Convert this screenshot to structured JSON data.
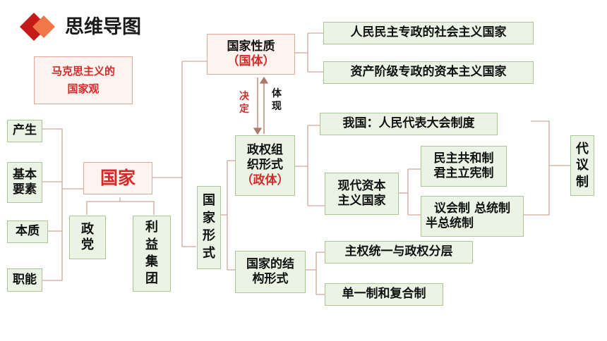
{
  "header": {
    "title": "思维导图"
  },
  "marx": {
    "line1": "马克思主义的",
    "line2": "国家观"
  },
  "left": {
    "c1": "产生",
    "c2a": "基本",
    "c2b": "要素",
    "c3": "本质",
    "c4": "职能"
  },
  "center": {
    "guojia": "国家"
  },
  "parties": {
    "zhengdang": [
      "政",
      "党"
    ],
    "jituan": [
      "利",
      "益",
      "集",
      "团"
    ]
  },
  "form": {
    "chars": [
      "国",
      "家",
      "形",
      "式"
    ]
  },
  "nature": {
    "line1": "国家性质",
    "line2": "（国体）"
  },
  "between": {
    "jueding": [
      "决",
      "定"
    ],
    "tixian": [
      "体",
      "现"
    ]
  },
  "regime": {
    "line1": "政权组",
    "line2": "织形式",
    "line3": "（政体）"
  },
  "structure": {
    "line1": "国家的结",
    "line2": "构形式"
  },
  "nature_types": {
    "socialist": "人民民主专政的社会主义国家",
    "capitalist": "资产阶级专政的资本主义国家"
  },
  "regime_types": {
    "china": "我国：人民代表大会制度",
    "modern_line1": "现代资本",
    "modern_line2": "主义国家",
    "rep_line1": "民主共和制",
    "rep_line2": "君主立宪制",
    "parl_line1": "议会制 总统制",
    "parl_line2": "半总统制",
    "daiyi": [
      "代",
      "议",
      "制"
    ]
  },
  "structure_types": {
    "unitary": "主权统一与政权分层",
    "federal": "单一制和复合制"
  }
}
